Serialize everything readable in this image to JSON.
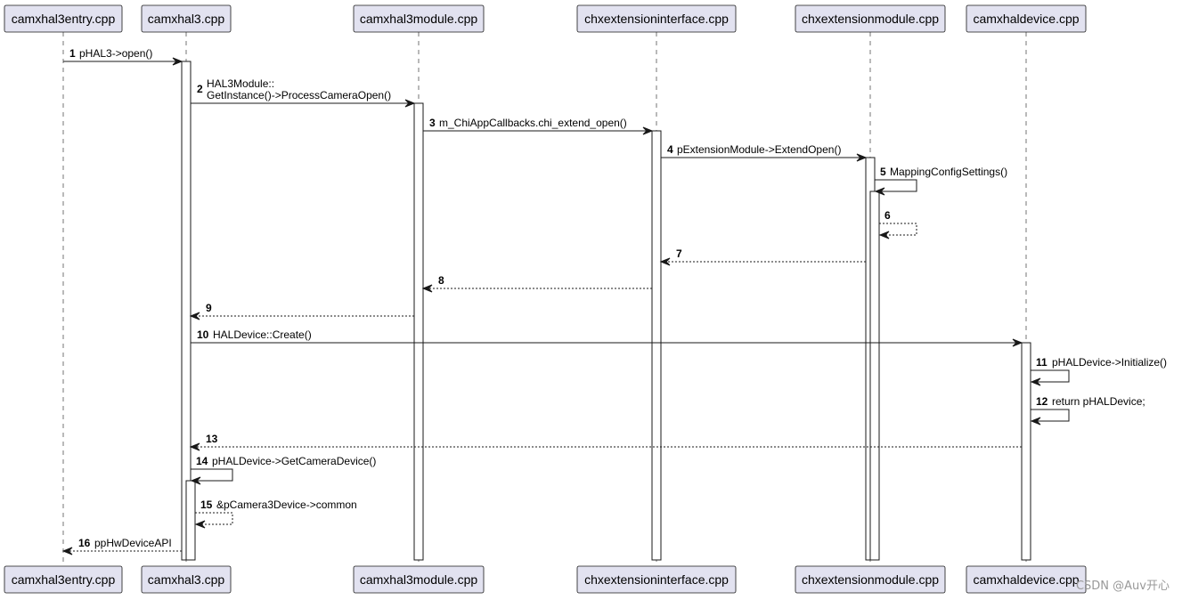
{
  "participants": [
    {
      "id": "entry",
      "name": "camxhal3entry.cpp"
    },
    {
      "id": "hal3",
      "name": "camxhal3.cpp"
    },
    {
      "id": "module",
      "name": "camxhal3module.cpp"
    },
    {
      "id": "chxint",
      "name": "chxextensioninterface.cpp"
    },
    {
      "id": "chxmod",
      "name": "chxextensionmodule.cpp"
    },
    {
      "id": "device",
      "name": "camxhaldevice.cpp"
    }
  ],
  "messages": [
    {
      "num": "1",
      "from": "entry",
      "to": "hal3",
      "label": [
        "pHAL3->open()"
      ],
      "style": "solid"
    },
    {
      "num": "2",
      "from": "hal3",
      "to": "module",
      "label": [
        "HAL3Module::",
        "GetInstance()->ProcessCameraOpen()"
      ],
      "style": "solid"
    },
    {
      "num": "3",
      "from": "module",
      "to": "chxint",
      "label": [
        "m_ChiAppCallbacks.chi_extend_open()"
      ],
      "style": "solid"
    },
    {
      "num": "4",
      "from": "chxint",
      "to": "chxmod",
      "label": [
        "pExtensionModule->ExtendOpen()"
      ],
      "style": "solid"
    },
    {
      "num": "5",
      "from": "chxmod",
      "to": "chxmod",
      "label": [
        "MappingConfigSettings()"
      ],
      "style": "solid"
    },
    {
      "num": "6",
      "from": "chxmod",
      "to": "chxmod",
      "label": [],
      "style": "dashed"
    },
    {
      "num": "7",
      "from": "chxmod",
      "to": "chxint",
      "label": [],
      "style": "dashed"
    },
    {
      "num": "8",
      "from": "chxint",
      "to": "module",
      "label": [],
      "style": "dashed"
    },
    {
      "num": "9",
      "from": "module",
      "to": "hal3",
      "label": [],
      "style": "dashed"
    },
    {
      "num": "10",
      "from": "hal3",
      "to": "device",
      "label": [
        "HALDevice::Create()"
      ],
      "style": "solid"
    },
    {
      "num": "11",
      "from": "device",
      "to": "device",
      "label": [
        "pHALDevice->Initialize()"
      ],
      "style": "solid"
    },
    {
      "num": "12",
      "from": "device",
      "to": "device",
      "label": [
        "return pHALDevice;"
      ],
      "style": "solid"
    },
    {
      "num": "13",
      "from": "device",
      "to": "hal3",
      "label": [],
      "style": "dashed"
    },
    {
      "num": "14",
      "from": "hal3",
      "to": "hal3",
      "label": [
        "pHALDevice->GetCameraDevice()"
      ],
      "style": "solid"
    },
    {
      "num": "15",
      "from": "hal3",
      "to": "hal3",
      "label": [
        "&pCamera3Device->common"
      ],
      "style": "dashed"
    },
    {
      "num": "16",
      "from": "hal3",
      "to": "entry",
      "label": [
        "ppHwDeviceAPI"
      ],
      "style": "dashed"
    }
  ],
  "watermark": "CSDN @Auv开心"
}
